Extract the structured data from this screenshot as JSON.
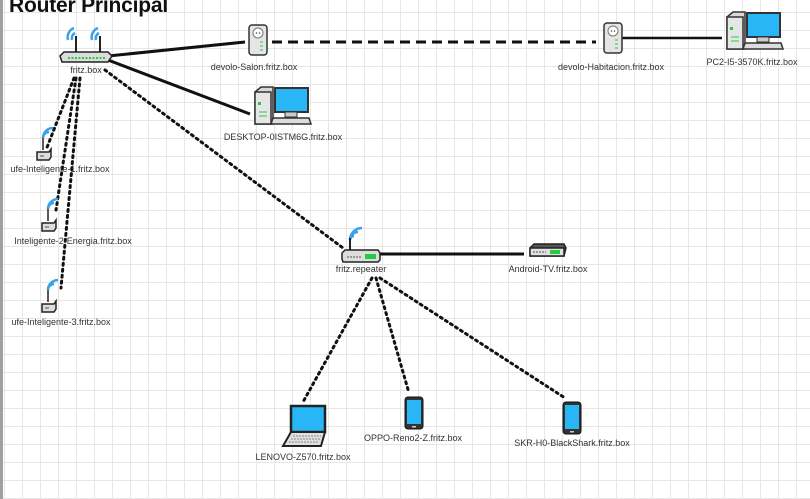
{
  "title": "Router Principal",
  "colors": {
    "wifi": "#3aa0e8",
    "screen": "#29b6f6",
    "led": "#22cc44",
    "link": "#111111"
  },
  "nodes": {
    "router": {
      "label": "fritz.box",
      "type": "router"
    },
    "devolo_salon": {
      "label": "devolo-Salon.fritz.box",
      "type": "powerline"
    },
    "devolo_habitacion": {
      "label": "devolo-Habitacion.fritz.box",
      "type": "powerline"
    },
    "pc2": {
      "label": "PC2-I5-3570K.fritz.box",
      "type": "desktop"
    },
    "desktop": {
      "label": "DESKTOP-0ISTM6G.fritz.box",
      "type": "desktop"
    },
    "enchufe1": {
      "label": "ufe-Inteligente-1.fritz.box",
      "type": "smart-plug"
    },
    "enchufe2": {
      "label": "Inteligente-2-Energia.fritz.box",
      "type": "smart-plug"
    },
    "enchufe3": {
      "label": "ufe-Inteligente-3.fritz.box",
      "type": "smart-plug"
    },
    "repeater": {
      "label": "fritz.repeater",
      "type": "repeater"
    },
    "android_tv": {
      "label": "Android-TV.fritz.box",
      "type": "set-top-box"
    },
    "lenovo": {
      "label": "LENOVO-Z570.fritz.box",
      "type": "laptop"
    },
    "oppo": {
      "label": "OPPO-Reno2-Z.fritz.box",
      "type": "phone"
    },
    "blackshark": {
      "label": "SKR-H0-BlackShark.fritz.box",
      "type": "phone"
    }
  },
  "links": [
    {
      "from": "router",
      "to": "devolo_salon",
      "style": "solid"
    },
    {
      "from": "devolo_salon",
      "to": "devolo_habitacion",
      "style": "dashed"
    },
    {
      "from": "devolo_habitacion",
      "to": "pc2",
      "style": "solid"
    },
    {
      "from": "router",
      "to": "desktop",
      "style": "solid"
    },
    {
      "from": "router",
      "to": "enchufe1",
      "style": "dotted"
    },
    {
      "from": "router",
      "to": "enchufe2",
      "style": "dotted"
    },
    {
      "from": "router",
      "to": "enchufe3",
      "style": "dotted"
    },
    {
      "from": "router",
      "to": "repeater",
      "style": "dotted"
    },
    {
      "from": "repeater",
      "to": "android_tv",
      "style": "solid"
    },
    {
      "from": "repeater",
      "to": "lenovo",
      "style": "dotted"
    },
    {
      "from": "repeater",
      "to": "oppo",
      "style": "dotted"
    },
    {
      "from": "repeater",
      "to": "blackshark",
      "style": "dotted"
    }
  ]
}
